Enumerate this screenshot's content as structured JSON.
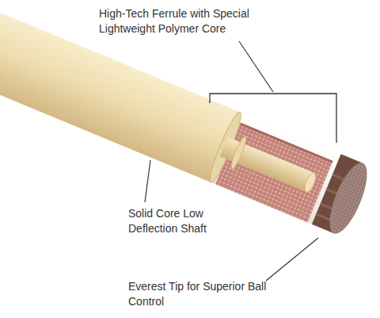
{
  "diagram": {
    "labels": [
      "High-Tech Ferrule with Special Lightweight Polymer Core",
      "Solid Core Low Deflection Shaft",
      "Everest Tip for Superior Ball Control"
    ]
  }
}
